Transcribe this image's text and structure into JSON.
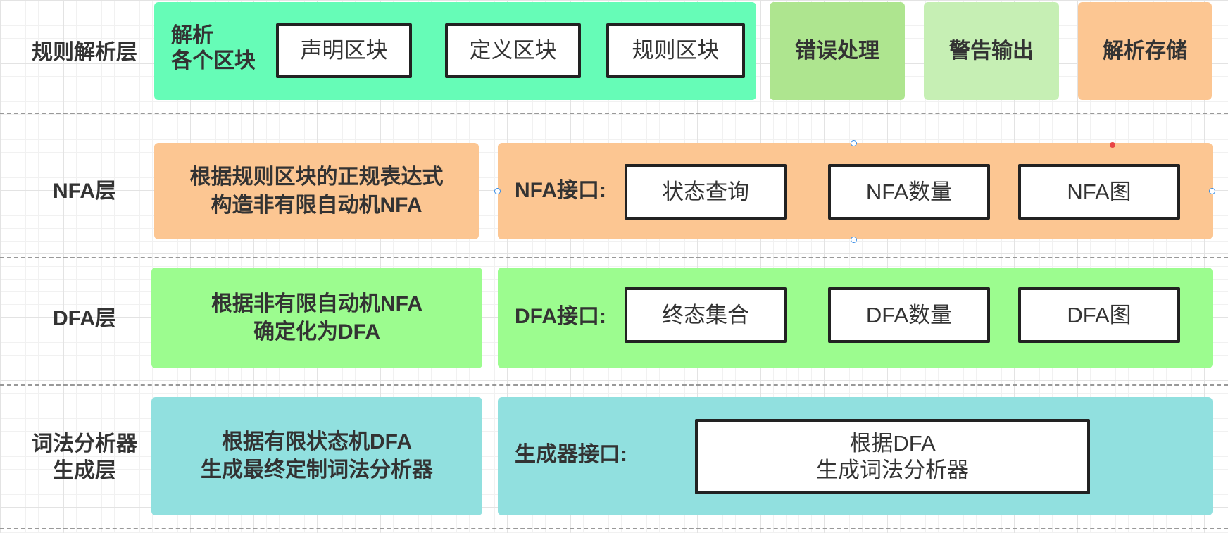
{
  "colors": {
    "parse_panel": "#66fcb7",
    "error_panel": "#aee58f",
    "warn_panel": "#c6efb4",
    "store_panel": "#fcc692",
    "nfa_panel": "#fcc692",
    "dfa_panel": "#9cfc8f",
    "gen_panel": "#91e0df",
    "divider": "#999999"
  },
  "layers": {
    "rule": {
      "label": "规则解析层",
      "parse_title": "解析\n各个区块",
      "blocks": [
        "声明区块",
        "定义区块",
        "规则区块"
      ],
      "error": "错误处理",
      "warning": "警告输出",
      "store": "解析存储"
    },
    "nfa": {
      "label": "NFA层",
      "description": "根据规则区块的正规表达式\n构造非有限自动机NFA",
      "interface_title": "NFA接口:",
      "items": [
        "状态查询",
        "NFA数量",
        "NFA图"
      ]
    },
    "dfa": {
      "label": "DFA层",
      "description": "根据非有限自动机NFA\n确定化为DFA",
      "interface_title": "DFA接口:",
      "items": [
        "终态集合",
        "DFA数量",
        "DFA图"
      ]
    },
    "gen": {
      "label": "词法分析器\n生成层",
      "description": "根据有限状态机DFA\n生成最终定制词法分析器",
      "interface_title": "生成器接口:",
      "item": "根据DFA\n生成词法分析器"
    }
  }
}
